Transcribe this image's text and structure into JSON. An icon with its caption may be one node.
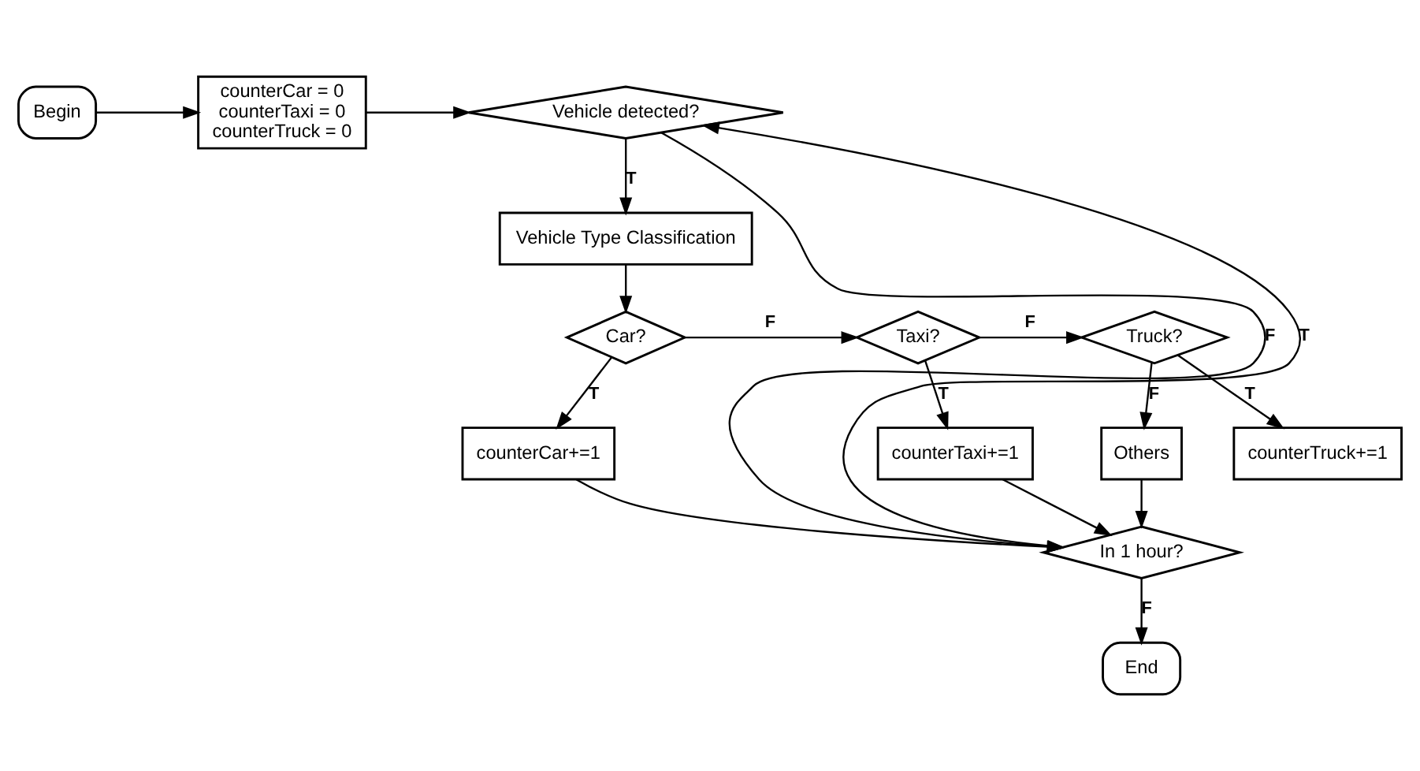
{
  "diagram": {
    "nodes": [
      {
        "text": [
          "Begin"
        ]
      },
      {
        "text": [
          "counterCar = 0 counterTaxi = 0 counterTruck = 0"
        ]
      },
      {
        "text": [
          "Vehicle detected?"
        ]
      },
      {
        "text": [
          "Vehicle Type Classification"
        ]
      },
      {
        "text": [
          "Car?"
        ]
      },
      {
        "text": [
          "Taxi?"
        ]
      },
      {
        "text": [
          "Truck?"
        ]
      },
      {
        "text": [
          "Others"
        ]
      },
      {
        "text": [
          "In 1 hour?"
        ]
      },
      {
        "text": [
          "counterCar+=1"
        ]
      },
      {
        "text": [
          "counterTaxi+=1"
        ]
      },
      {
        "text": [
          "counterTruck+=1"
        ]
      },
      {
        "text": [
          "End"
        ]
      }
    ],
    "edges": [
      {
        "from": 0,
        "to": 1,
        "arrow": "to"
      },
      {
        "from": 1,
        "to": 2,
        "arrow": "to"
      },
      {
        "from": 2,
        "to": 3,
        "arrow": "to",
        "label": "T"
      },
      {
        "from": 2,
        "to": 8,
        "arrow": "to",
        "label": "F"
      },
      {
        "from": 3,
        "to": 4,
        "arrow": "to"
      },
      {
        "from": 4,
        "to": 5,
        "arrow": "to",
        "label": "F"
      },
      {
        "from": 5,
        "to": 6,
        "arrow": "to",
        "label": "F"
      },
      {
        "from": 6,
        "to": 7,
        "arrow": "to",
        "label": "F"
      },
      {
        "from": 4,
        "to": 9,
        "arrow": "to",
        "label": "T"
      },
      {
        "from": 5,
        "to": 10,
        "arrow": "to",
        "label": "T"
      },
      {
        "from": 6,
        "to": 11,
        "arrow": "to",
        "label": "T"
      },
      {
        "from": 7,
        "to": 8,
        "arrow": "to"
      },
      {
        "from": 9,
        "to": 8,
        "arrow": "to"
      },
      {
        "from": 10,
        "to": 8,
        "arrow": "to"
      },
      {
        "from": 8,
        "to": 2,
        "arrow": "to",
        "label": "T"
      },
      {
        "from": 8,
        "to": 12,
        "arrow": "to",
        "label": "F"
      }
    ]
  }
}
